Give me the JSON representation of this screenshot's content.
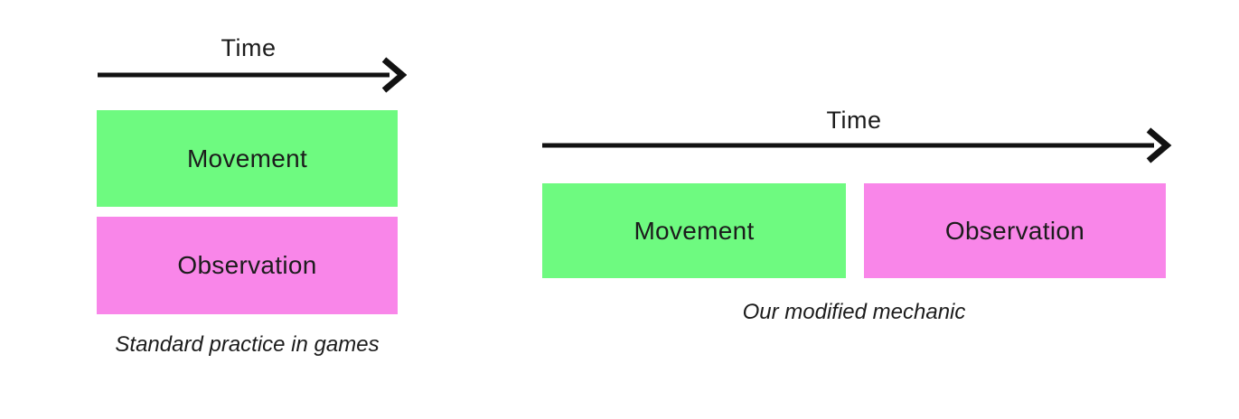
{
  "colors": {
    "movement-green": "#6efa80",
    "observation-pink": "#f986e9",
    "ink": "#1c1c1c",
    "background": "#ffffff"
  },
  "left_figure": {
    "time_label": "Time",
    "boxes": [
      {
        "label": "Movement",
        "color_name": "movement-green"
      },
      {
        "label": "Observation",
        "color_name": "observation-pink"
      }
    ],
    "caption": "Standard practice in games"
  },
  "right_figure": {
    "time_label": "Time",
    "boxes": [
      {
        "label": "Movement",
        "color_name": "movement-green"
      },
      {
        "label": "Observation",
        "color_name": "observation-pink"
      }
    ],
    "caption": "Our modified mechanic"
  }
}
